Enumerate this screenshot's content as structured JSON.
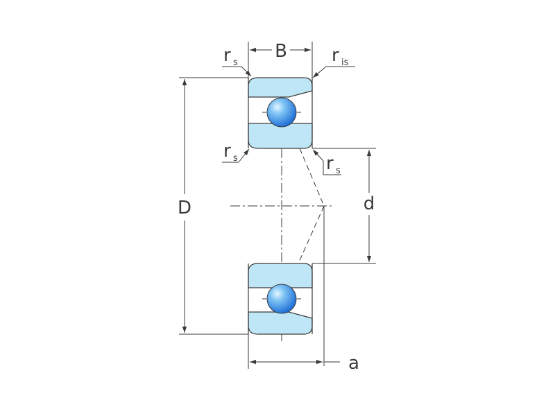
{
  "labels": {
    "width": "B",
    "outer_diameter": "D",
    "bore_diameter": "d",
    "pressure_point": "a",
    "chamfer": "r",
    "chamfer_sub": "s",
    "chamfer_inner_sub": "is"
  },
  "colors": {
    "ring_fill": "#bfe6f7",
    "ball_light": "#d8f0ff",
    "ball_dark": "#1f6fd6",
    "stroke": "#3a3a3a"
  }
}
